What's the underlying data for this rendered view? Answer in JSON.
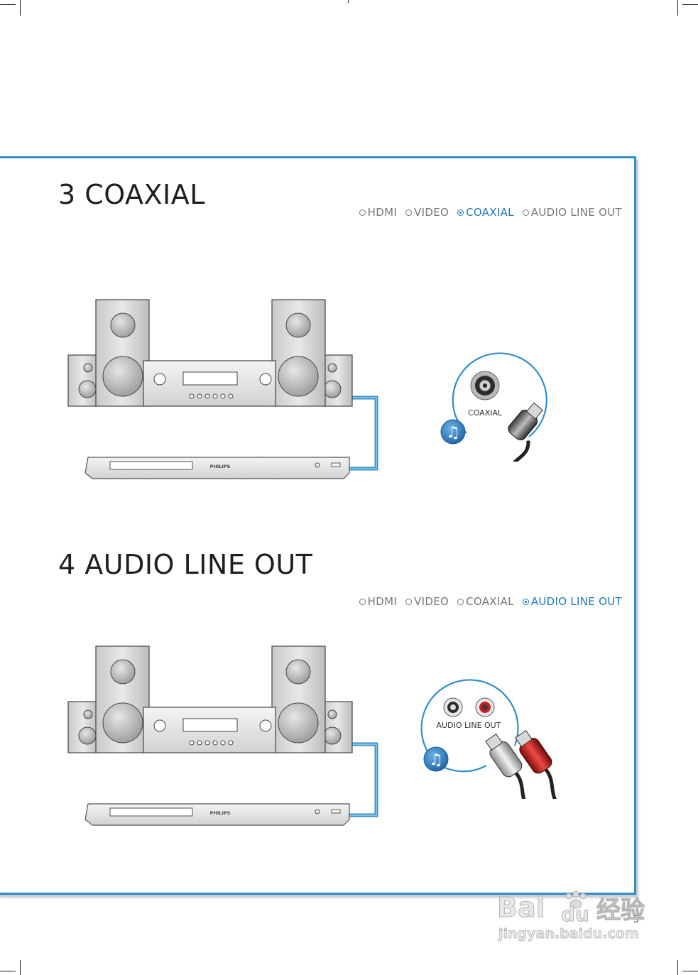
{
  "sections": [
    {
      "title": "3 COAXIAL",
      "options": [
        {
          "label": "HDMI",
          "selected": false
        },
        {
          "label": "VIDEO",
          "selected": false
        },
        {
          "label": "COAXIAL",
          "selected": true
        },
        {
          "label": "AUDIO LINE OUT",
          "selected": false
        }
      ],
      "player_brand": "PHILIPS",
      "port_label": "COAXIAL"
    },
    {
      "title": "4  AUDIO LINE OUT",
      "options": [
        {
          "label": "HDMI",
          "selected": false
        },
        {
          "label": "VIDEO",
          "selected": false
        },
        {
          "label": "COAXIAL",
          "selected": false
        },
        {
          "label": "AUDIO LINE OUT",
          "selected": true
        }
      ],
      "player_brand": "PHILIPS",
      "port_label": "AUDIO LINE OUT"
    }
  ],
  "page_number": "5",
  "watermark": {
    "brand": "Bai",
    "brand2": "du",
    "cn": "经验",
    "url": "jingyan.baidu.com"
  },
  "colors": {
    "frame": "#2f8ec9",
    "accent": "#2077b5",
    "cable": "#2f8ec9",
    "red_plug": "#c8201e"
  }
}
